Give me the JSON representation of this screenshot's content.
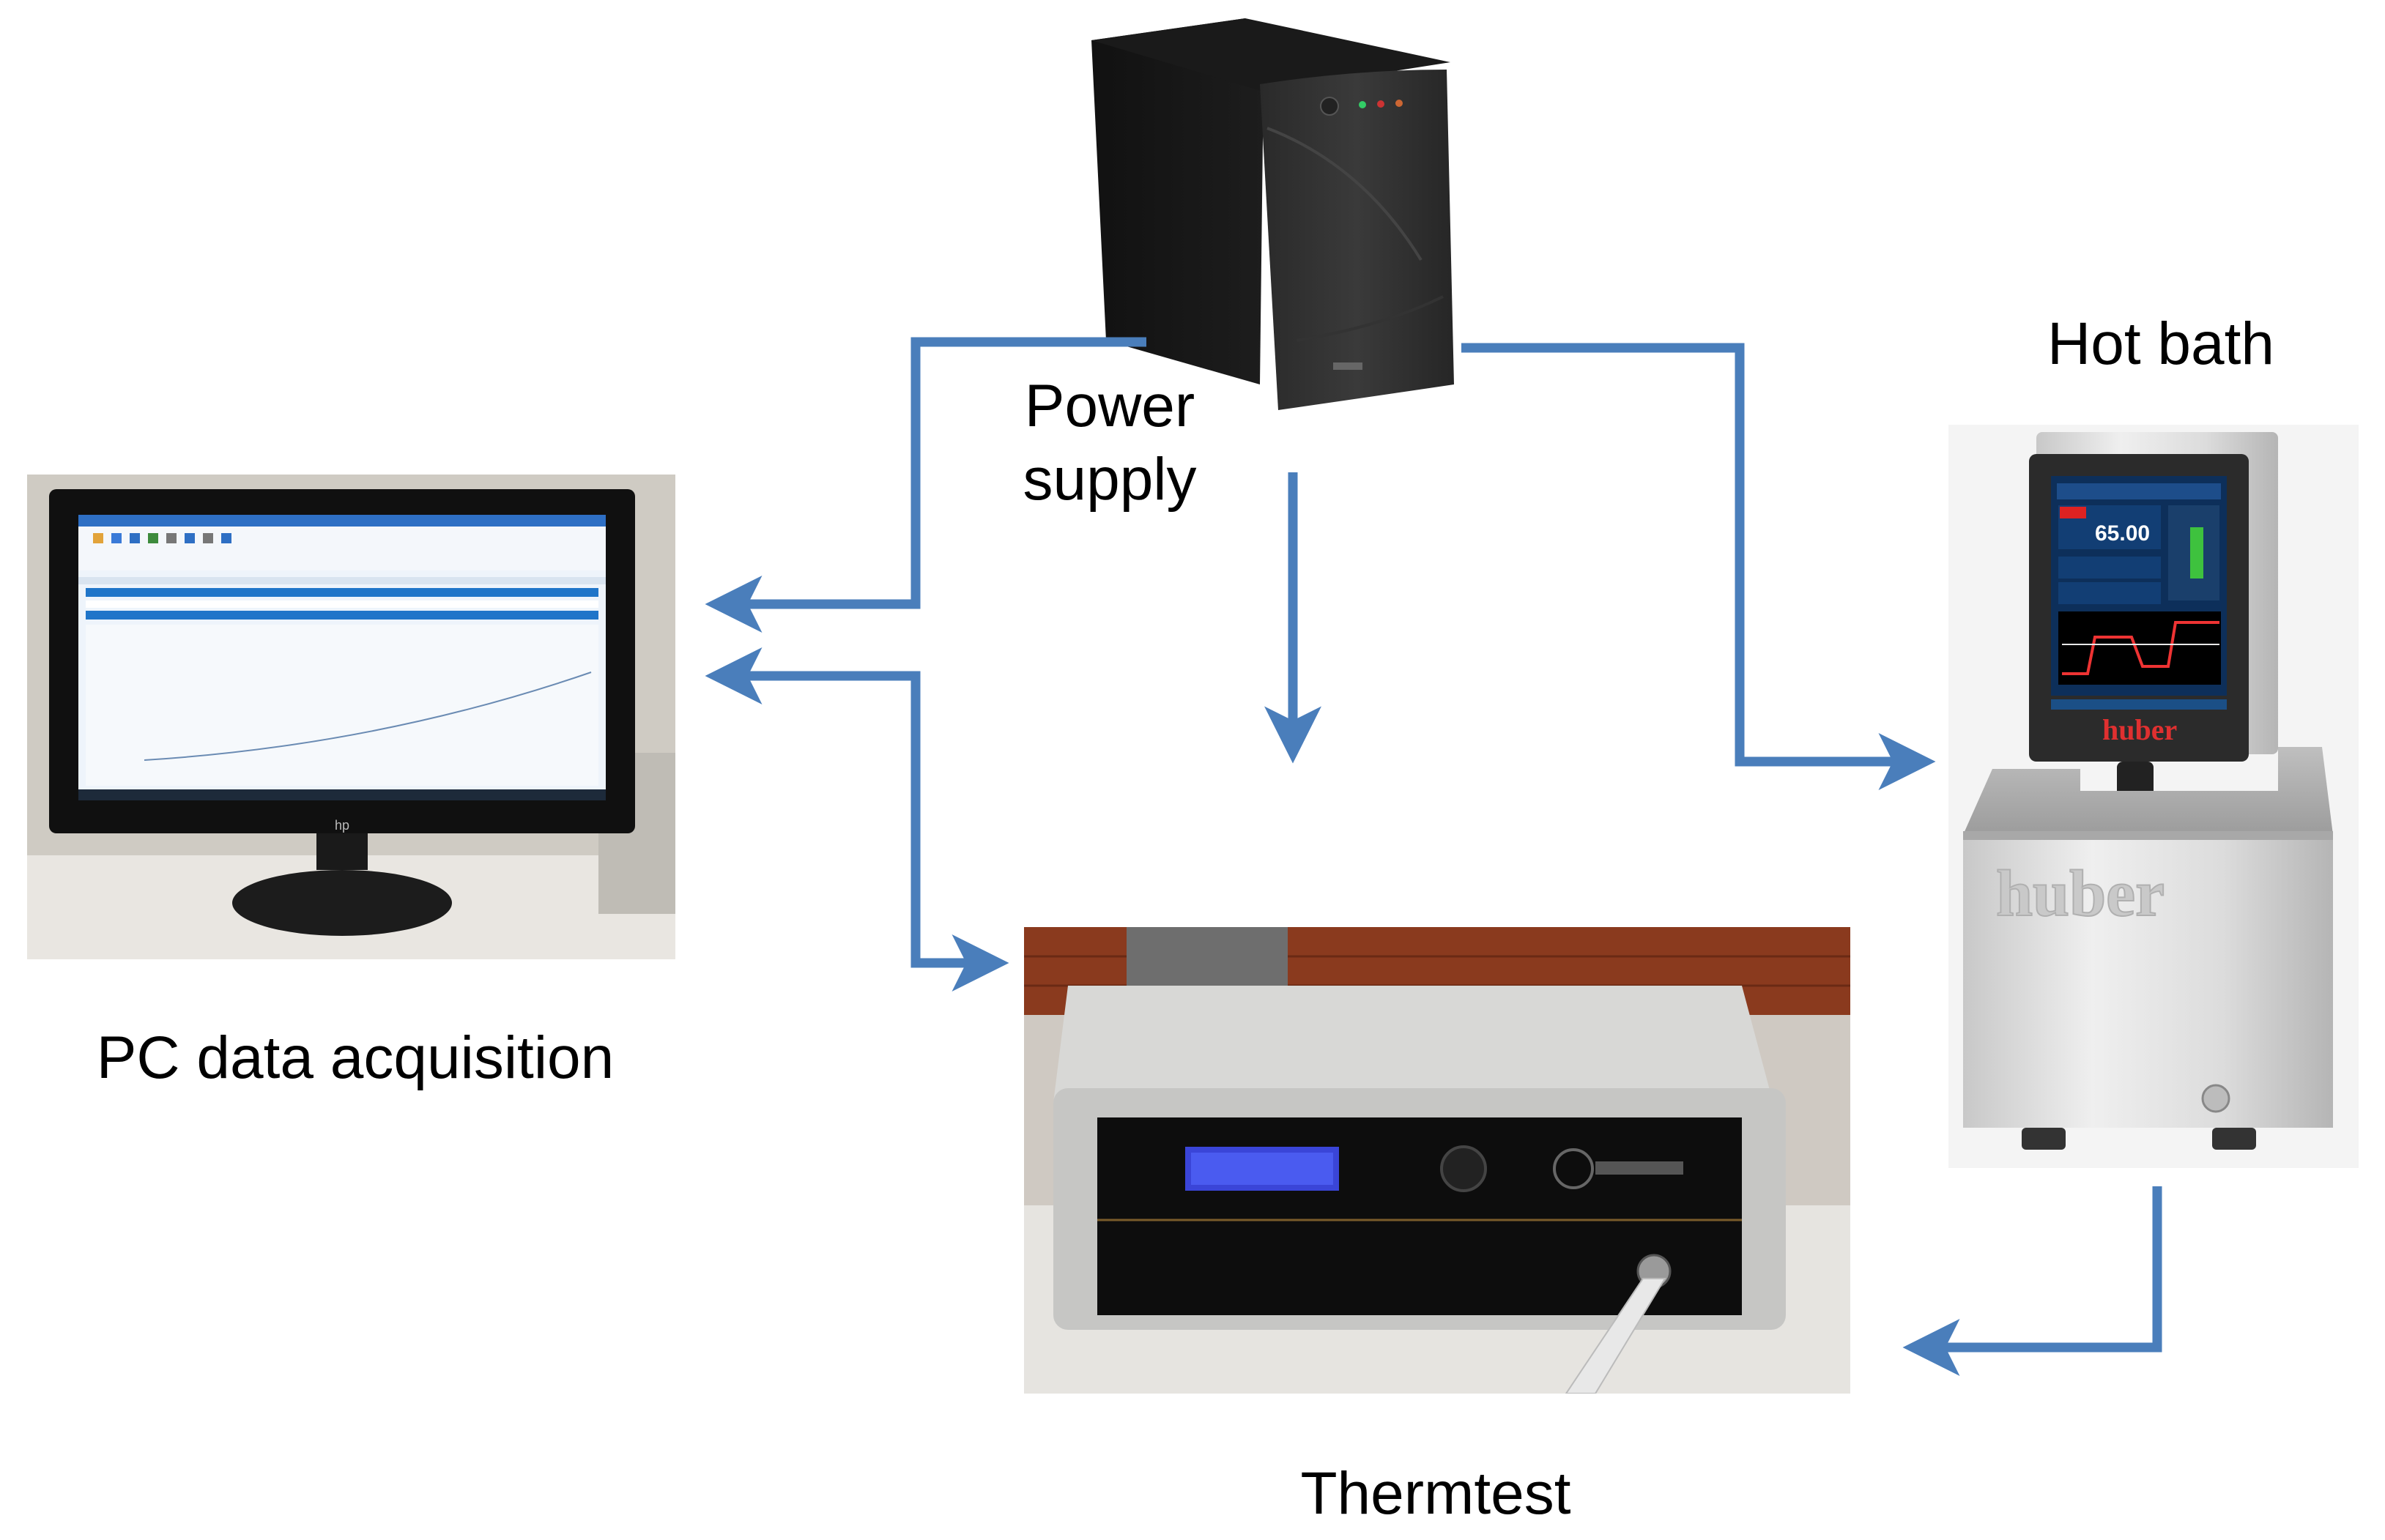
{
  "labels": {
    "power_supply_line1": "Power",
    "power_supply_line2": "supply",
    "hot_bath": "Hot bath",
    "pc": "PC data acquisition",
    "thermtest": "Thermtest"
  },
  "devices": {
    "hot_bath_display": "65.00",
    "hot_bath_brand": "huber"
  },
  "colors": {
    "arrow": "#4a7ebb"
  }
}
